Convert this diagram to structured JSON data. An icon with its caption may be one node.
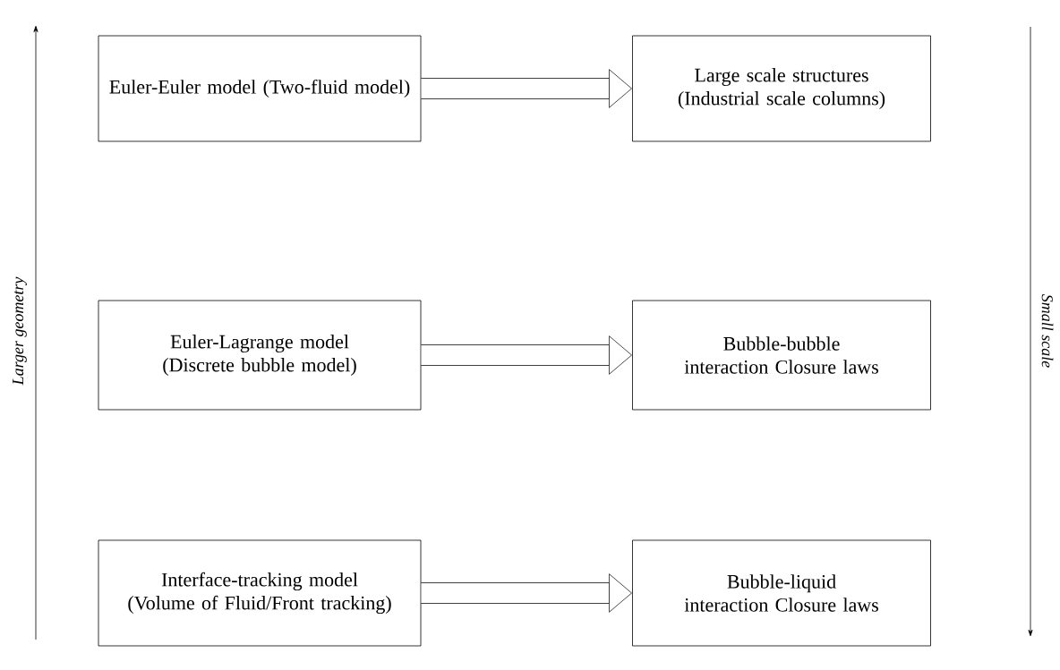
{
  "diagram": {
    "nodes": [
      {
        "text": [
          "Euler-Euler model (Two-fluid model)"
        ]
      },
      {
        "text": [
          "Large scale structures (Industrial scale columns)"
        ]
      },
      {
        "text": [
          "Euler-Lagrange model (Discrete bubble model)"
        ]
      },
      {
        "text": [
          "Bubble-bubble interaction Closure laws"
        ]
      },
      {
        "text": [
          "Interface-tracking model (Volume of Fluid/Front tracking)"
        ]
      },
      {
        "text": [
          "Bubble-liquid interaction Closure laws"
        ]
      }
    ],
    "edges": [
      {
        "from": 0,
        "to": 1,
        "arrow": "to"
      },
      {
        "from": 2,
        "to": 3,
        "arrow": "to"
      },
      {
        "from": 4,
        "to": 5,
        "arrow": "to"
      }
    ],
    "labels": [
      "Larger geometry",
      "Small scale"
    ]
  }
}
